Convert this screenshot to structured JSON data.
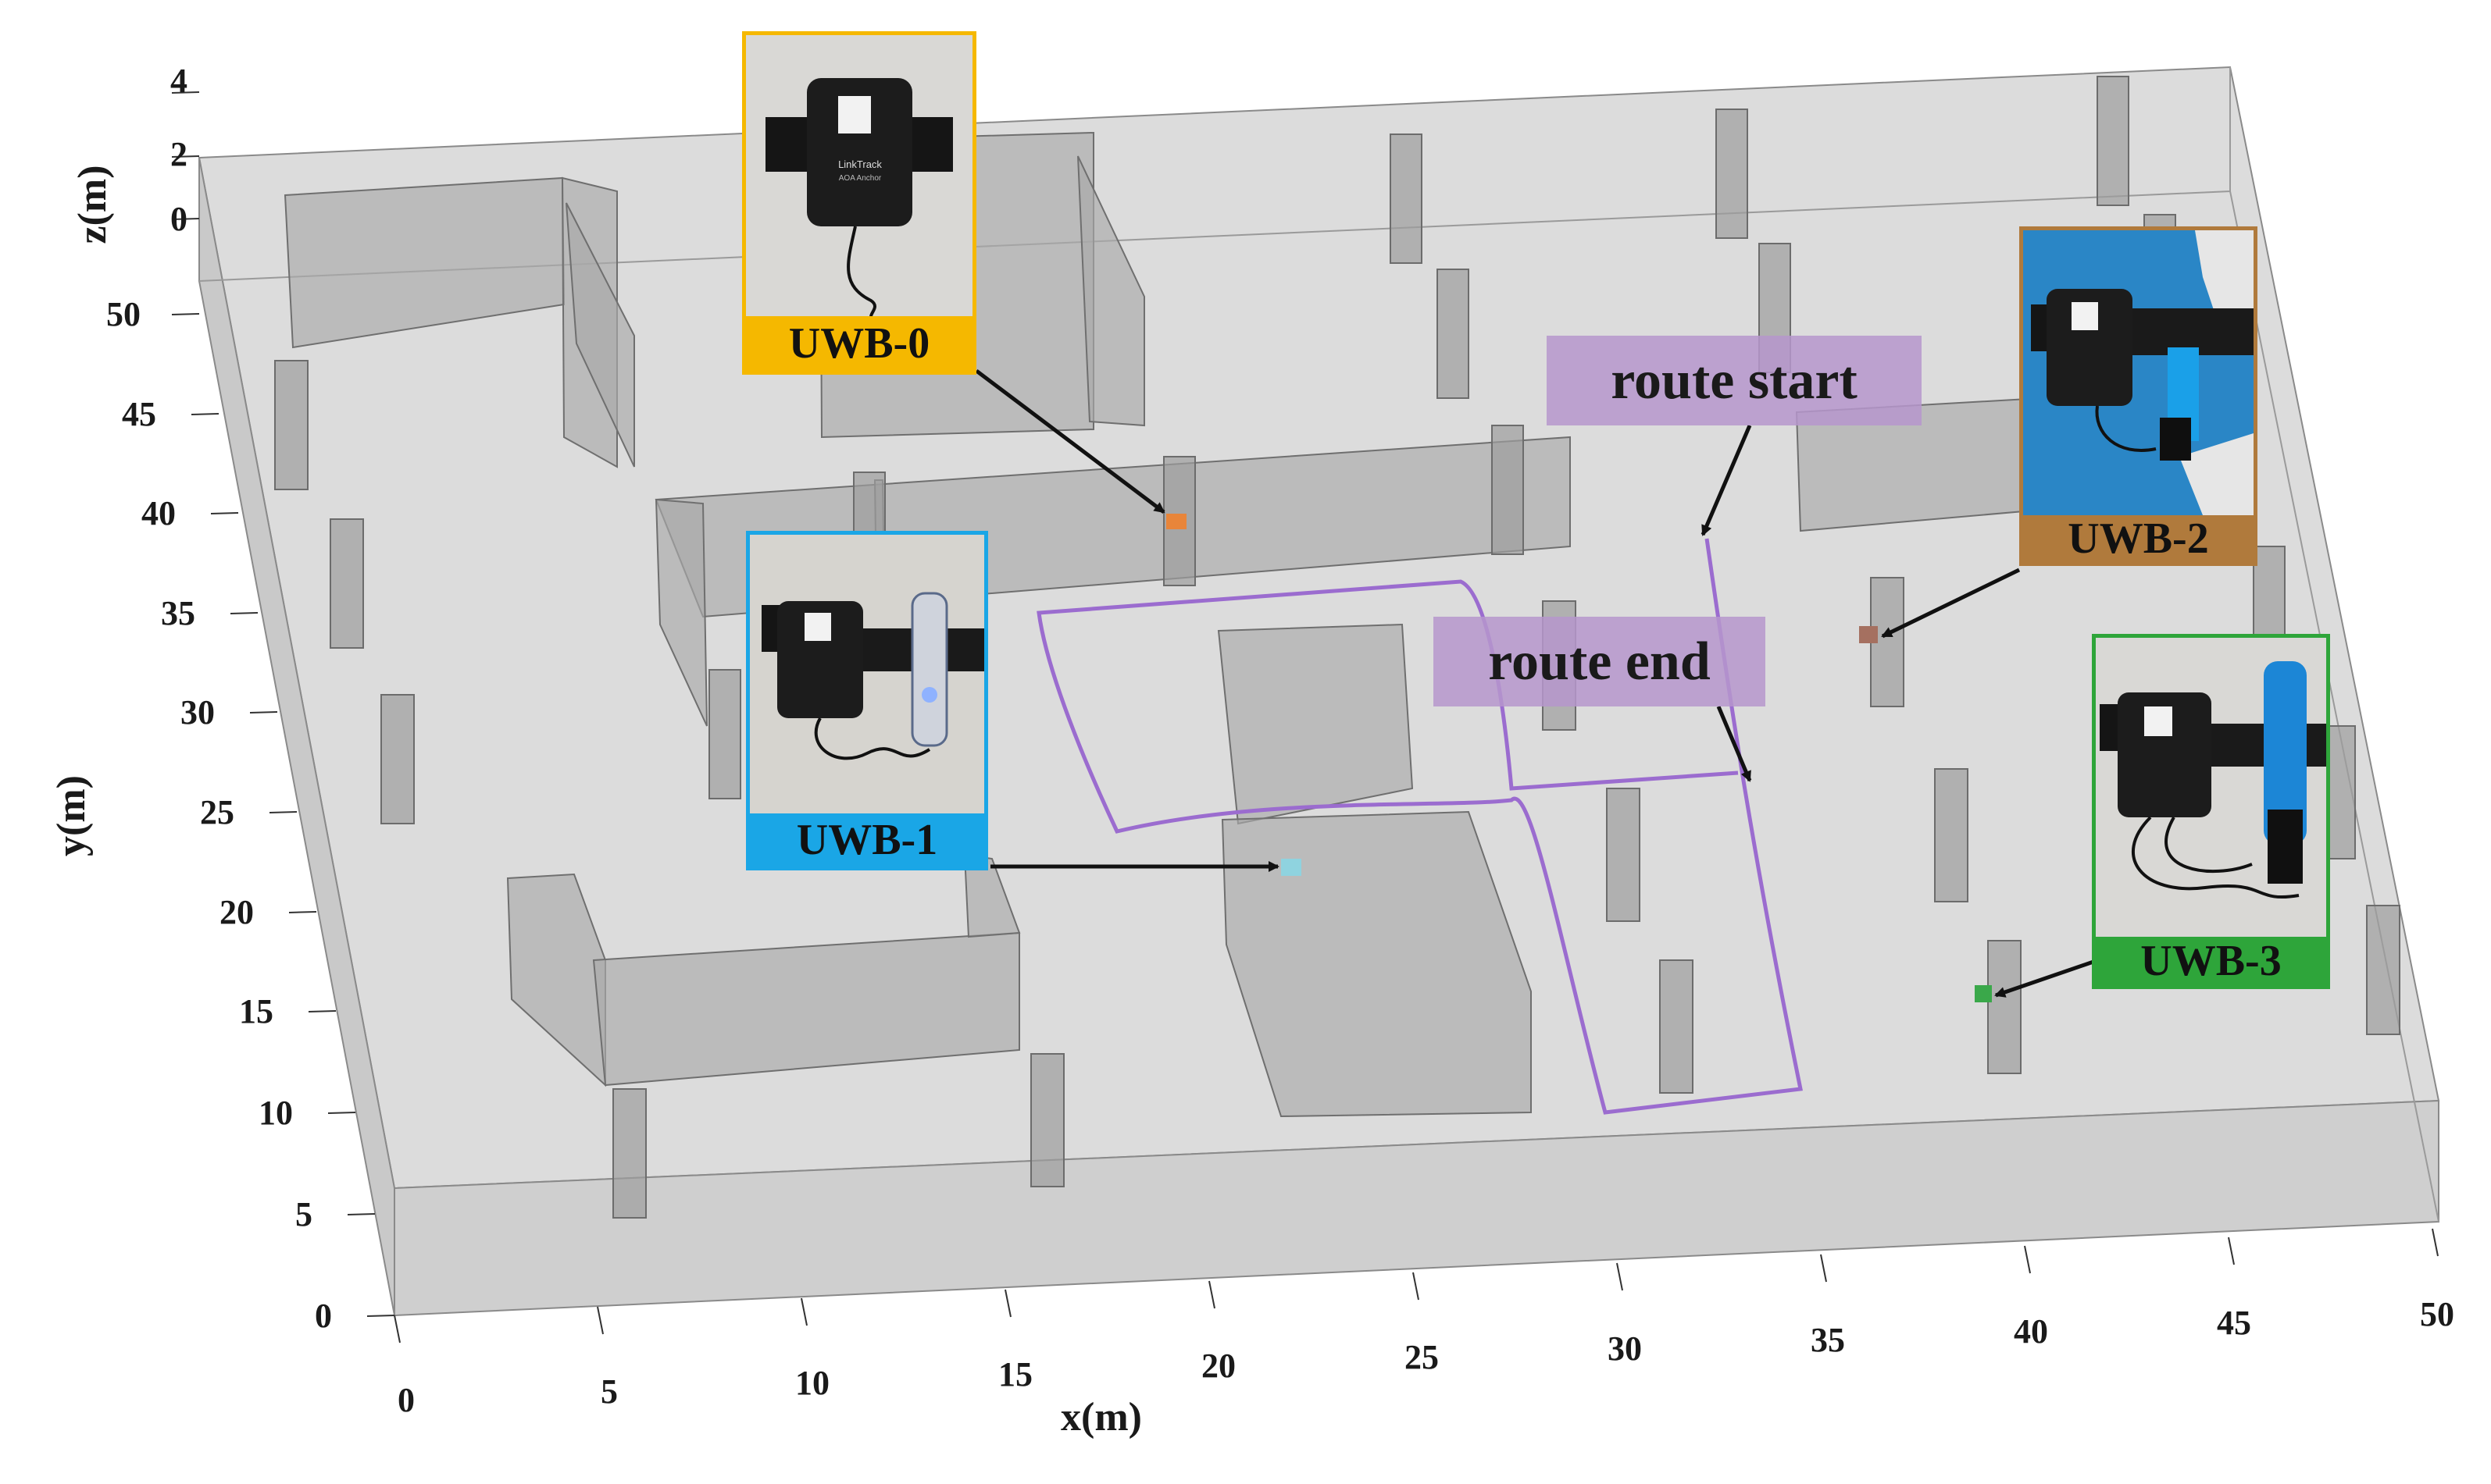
{
  "axes": {
    "x_label": "x(m)",
    "y_label": "y(m)",
    "z_label": "z(m)",
    "x_ticks": [
      "0",
      "5",
      "10",
      "15",
      "20",
      "25",
      "30",
      "35",
      "40",
      "45",
      "50"
    ],
    "y_ticks": [
      "0",
      "5",
      "10",
      "15",
      "20",
      "25",
      "30",
      "35",
      "40",
      "45",
      "50"
    ],
    "z_ticks": [
      "0",
      "2",
      "4"
    ]
  },
  "anchors": [
    {
      "id": "UWB-0",
      "label": "UWB-0",
      "color": "#f5b800",
      "marker_color": "#e8853a"
    },
    {
      "id": "UWB-1",
      "label": "UWB-1",
      "color": "#1aa6e6",
      "marker_color": "#8fd3df"
    },
    {
      "id": "UWB-2",
      "label": "UWB-2",
      "color": "#b07a3c",
      "marker_color": "#a57060"
    },
    {
      "id": "UWB-3",
      "label": "UWB-3",
      "color": "#2ea53a",
      "marker_color": "#3aa84a"
    }
  ],
  "route": {
    "start_label": "route start",
    "end_label": "route end",
    "color": "#9b6ccf"
  },
  "device_text": {
    "brand": "LinkTrack",
    "model": "AOA Anchor"
  }
}
